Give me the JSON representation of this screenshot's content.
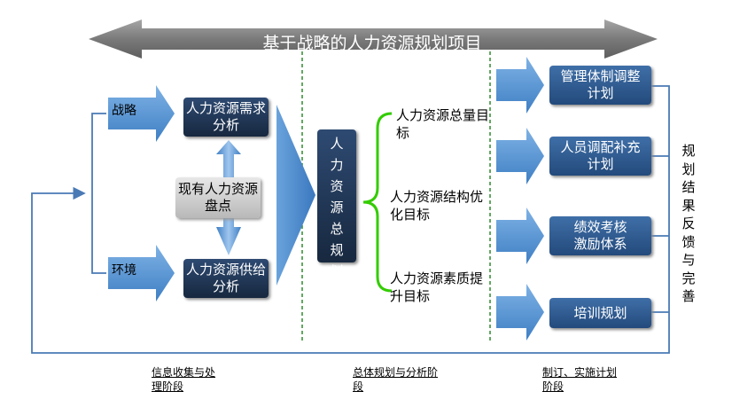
{
  "title": "基于战略的人力资源规划项目",
  "inputs": {
    "strategy": "战略",
    "environment": "环境"
  },
  "analysis": {
    "demand": "人力资源需求分析",
    "inventory": "现有人力资源盘点",
    "supply": "人力资源供给分析"
  },
  "center": "人力资源总规划",
  "goals": [
    "人力资源总量目标",
    "人力资源结构优化目标",
    "人力资源素质提升目标"
  ],
  "plans": [
    "管理体制调整计划",
    "人员调配补充计划",
    "绩效考核激励体系",
    "培训规划"
  ],
  "feedback": "规划结果反馈与完善",
  "phases": [
    "信息收集与处理阶段",
    "总体规划与分析阶段",
    "制订、实施计划阶段"
  ],
  "colors": {
    "box_dark": "#1f3556",
    "box_blue": "#2c5a92",
    "arrow_blue": "#5b9bd5",
    "title_arrow": "#7f7f7f",
    "bracket_green": "#33cc00",
    "divider_green": "#2e8b2e",
    "line_blue": "#4a7ab5"
  }
}
